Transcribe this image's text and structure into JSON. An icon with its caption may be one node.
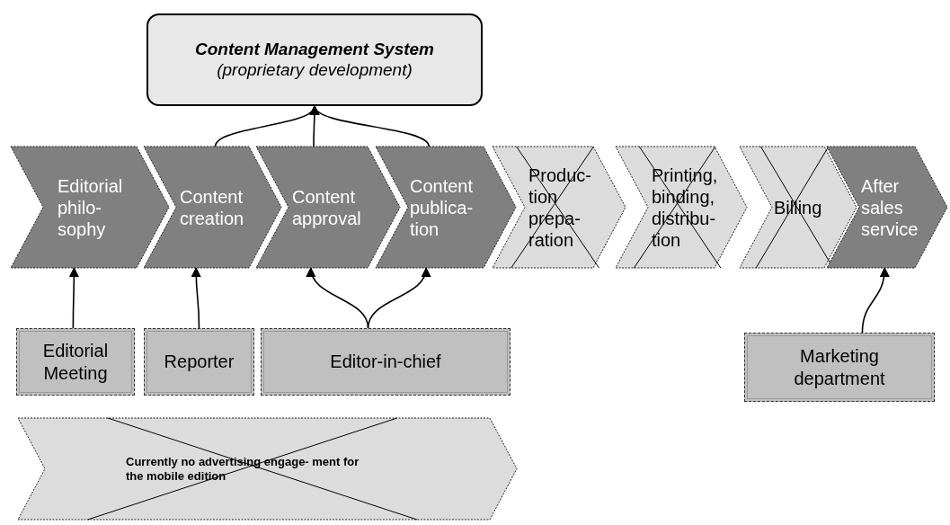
{
  "diagram": {
    "nodes": [
      {
        "text": [
          "Content Management System",
          "(proprietary development)"
        ]
      },
      {
        "text": [
          "Editorial philo- sophy"
        ]
      },
      {
        "text": [
          "Content creation"
        ]
      },
      {
        "text": [
          "Content approval"
        ]
      },
      {
        "text": [
          "Content publica- tion"
        ]
      },
      {
        "text": [
          "Produc- tion prepa- ration"
        ]
      },
      {
        "text": [
          "Printing, binding, distribu- tion"
        ]
      },
      {
        "text": [
          "Billing"
        ]
      },
      {
        "text": [
          "After sales service"
        ]
      },
      {
        "text": [
          "Editorial Meeting"
        ]
      },
      {
        "text": [
          "Reporter"
        ]
      },
      {
        "text": [
          "Editor-in-chief"
        ]
      },
      {
        "text": [
          "Marketing department"
        ]
      },
      {
        "text": [
          "Currently no advertising engage- ment for the mobile edition"
        ]
      }
    ],
    "edges": [
      {
        "from": 2,
        "to": 0,
        "arrow": "to"
      },
      {
        "from": 3,
        "to": 0,
        "arrow": "to"
      },
      {
        "from": 4,
        "to": 0,
        "arrow": "to"
      },
      {
        "from": 9,
        "to": 1,
        "arrow": "to"
      },
      {
        "from": 10,
        "to": 2,
        "arrow": "to"
      },
      {
        "from": 11,
        "to": 3,
        "arrow": "to"
      },
      {
        "from": 11,
        "to": 4,
        "arrow": "to"
      },
      {
        "from": 12,
        "to": 8,
        "arrow": "to"
      }
    ]
  }
}
